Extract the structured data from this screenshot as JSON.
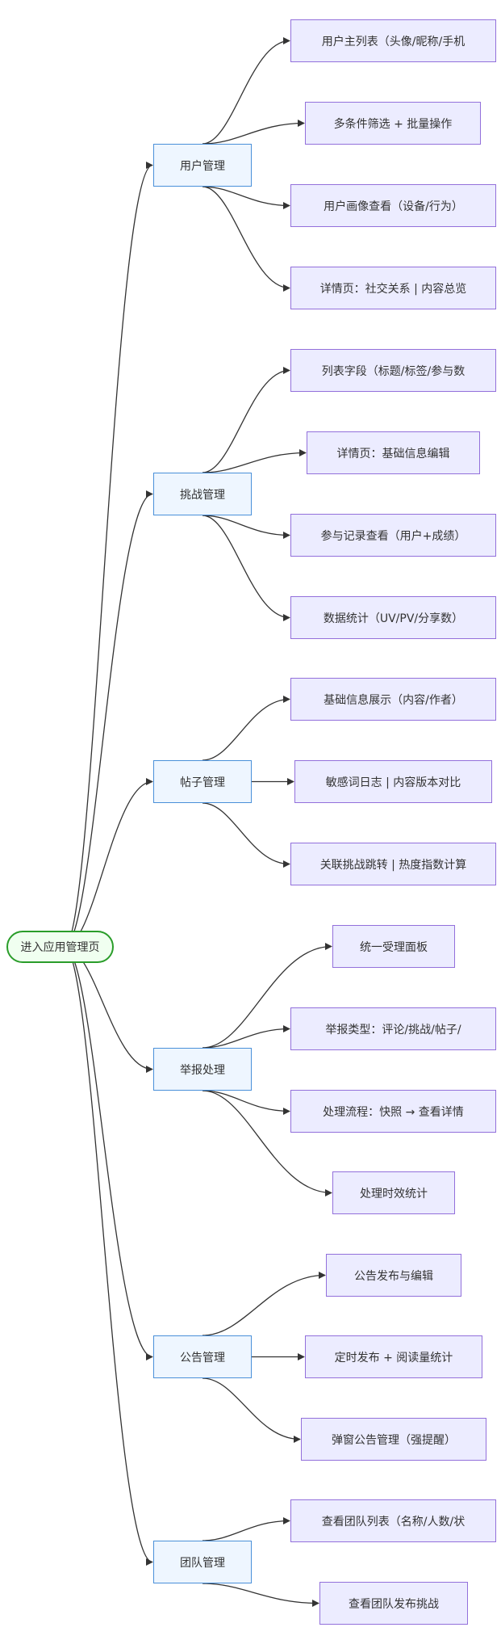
{
  "colors": {
    "root_fill": "#f0fff0",
    "root_stroke": "#2a9d2a",
    "category_fill": "#eef6ff",
    "category_stroke": "#4a90d9",
    "leaf_fill": "#ececff",
    "leaf_stroke": "#9370db",
    "edge": "#333333"
  },
  "root": {
    "label": "进入应用管理页"
  },
  "categories": [
    {
      "label": "用户管理",
      "children": [
        "用户主列表（头像/昵称/手机",
        "多条件筛选 + 批量操作",
        "用户画像查看（设备/行为）",
        "详情页：社交关系 | 内容总览"
      ]
    },
    {
      "label": "挑战管理",
      "children": [
        "列表字段（标题/标签/参与数",
        "详情页：基础信息编辑",
        "参与记录查看（用户+成绩）",
        "数据统计（UV/PV/分享数）"
      ]
    },
    {
      "label": "帖子管理",
      "children": [
        "基础信息展示（内容/作者）",
        "敏感词日志 | 内容版本对比",
        "关联挑战跳转 | 热度指数计算"
      ]
    },
    {
      "label": "举报处理",
      "children": [
        "统一受理面板",
        "举报类型：评论/挑战/帖子/",
        "处理流程：快照 → 查看详情",
        "处理时效统计"
      ]
    },
    {
      "label": "公告管理",
      "children": [
        "公告发布与编辑",
        "定时发布 + 阅读量统计",
        "弹窗公告管理（强提醒）"
      ]
    },
    {
      "label": "团队管理",
      "children": [
        "查看团队列表（名称/人数/状",
        "查看团队发布挑战"
      ]
    }
  ]
}
